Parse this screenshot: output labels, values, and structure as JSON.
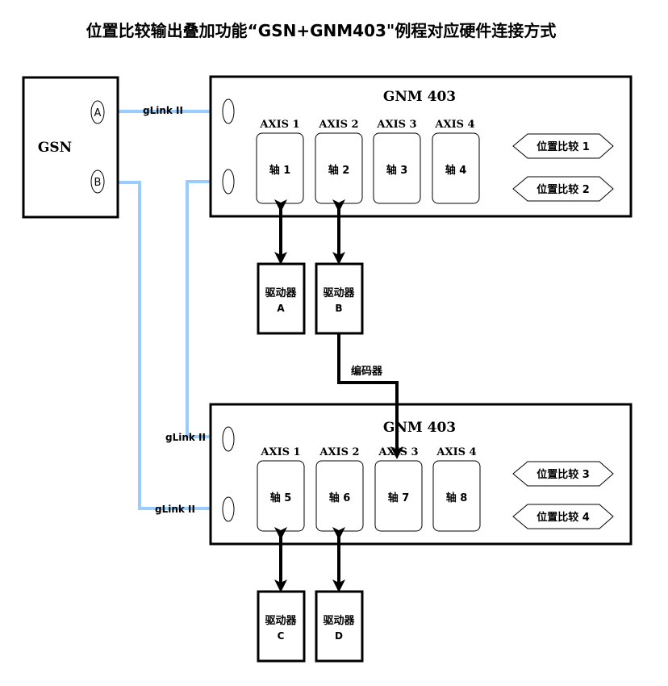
{
  "title": "位置比较输出叠加功能“GSN+GNM403\"例程对应硬件连接方式",
  "gsn": {
    "label": "GSN",
    "port_a": "A",
    "port_b": "B"
  },
  "gnm_top": {
    "label": "GNM 403",
    "axis_headers": [
      "AXIS 1",
      "AXIS 2",
      "AXIS 3",
      "AXIS 4"
    ],
    "axes": [
      "轴 1",
      "轴 2",
      "轴 3",
      "轴 4"
    ],
    "compare": [
      "位置比较 1",
      "位置比较 2"
    ]
  },
  "gnm_bottom": {
    "label": "GNM 403",
    "axis_headers": [
      "AXIS 1",
      "AXIS 2",
      "AXIS 3",
      "AXIS 4"
    ],
    "axes": [
      "轴 5",
      "轴 6",
      "轴 7",
      "轴 8"
    ],
    "compare": [
      "位置比较 3",
      "位置比较 4"
    ]
  },
  "links": {
    "glink_top": "gLink II",
    "glink_mid": "gLink II",
    "glink_bottom": "gLink II"
  },
  "drivers": {
    "a": {
      "line1": "驱动器",
      "line2": "A"
    },
    "b": {
      "line1": "驱动器",
      "line2": "B"
    },
    "c": {
      "line1": "驱动器",
      "line2": "C"
    },
    "d": {
      "line1": "驱动器",
      "line2": "D"
    }
  },
  "encoder_label": "编码器"
}
